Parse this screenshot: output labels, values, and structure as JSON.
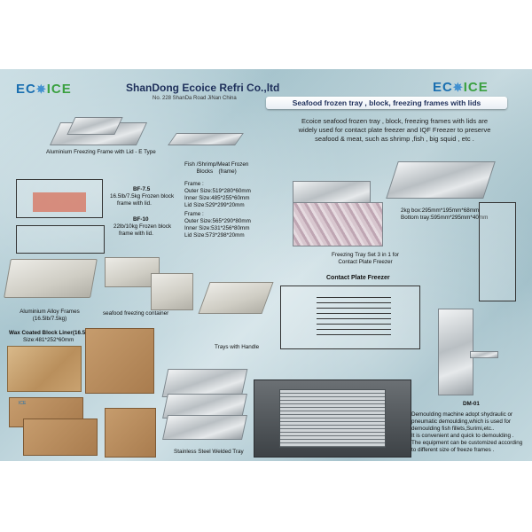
{
  "header": {
    "logo_left": {
      "pre": "EC",
      "mid": "✵",
      "post": "ICE"
    },
    "logo_right": {
      "pre": "EC",
      "mid": "✵",
      "post": "ICE"
    },
    "company": "ShanDong Ecoice Refri Co.,ltd",
    "address": "No. 228 ShanDa Road JiNan China"
  },
  "banner": "Seafood frozen tray , block, freezing frames with lids",
  "intro": [
    "Ecoice seafood frozen tray , block, freezing frames with lids are",
    "widely used for contact plate freezer and IQF Freezer to preserve",
    "seafood & meat, such as shrimp ,fish , big squid , etc ."
  ],
  "captions": {
    "frame_lid": "Aluminium Freezing Frame with Lid - E Type",
    "fish_blocks": [
      "Fish /Shrimp/Meat Frozen",
      "Blocks　(frame)"
    ],
    "bf75_code": "BF-7.5",
    "bf75_desc": [
      "16.5lb/7.5kg Frozen block",
      "frame with lid."
    ],
    "bf75_frame": [
      "Frame :",
      "Outer Size:519*280*60mm",
      "Inner Size:485*255*60mm",
      "Lid Size:529*299*20mm"
    ],
    "bf10_code": "BF-10",
    "bf10_desc": [
      "22lb/10kg Frozen block",
      "frame with lid."
    ],
    "bf10_frame": [
      "Frame :",
      "Outer Size:565*290*80mm",
      "Inner Size:531*256*80mm",
      "Lid  Size:573*298*20mm"
    ],
    "tray_set": [
      "Freezing Tray Set 3 in 1 for",
      "Contact Plate Freezer"
    ],
    "box_sizes": [
      "2kg box:295mm*195mm*68mm",
      "Bottom tray:595mm*295mm*40mm"
    ],
    "alu_frames": [
      "Aluminium Alloy Frames",
      "(16.5lb/7.5kg)"
    ],
    "seafood_container": "seafood freezing container",
    "trays_handle": "Trays with Handle",
    "contact_freezer": "Contact Plate Freezer",
    "wax_title": "Wax Coated Block Liner(16.5lb/7.5kg)",
    "wax_size": "Size:481*252*60mm",
    "steel_tray": "Stainless Steel  Welded Tray",
    "dm01": "DM-01",
    "demould": [
      "Demoulding machine adopt shydraulic or",
      "pneumatic demoulding,which is used for",
      "demoulding fish fillets,Surimi,etc..",
      "It is  convenient and quick to demoulding .",
      "The equipment can be customized according",
      "to different size of freeze frames ."
    ]
  },
  "colors": {
    "brand_blue": "#1a6fb0",
    "brand_green": "#3aa040",
    "title_navy": "#1e2f5a"
  }
}
